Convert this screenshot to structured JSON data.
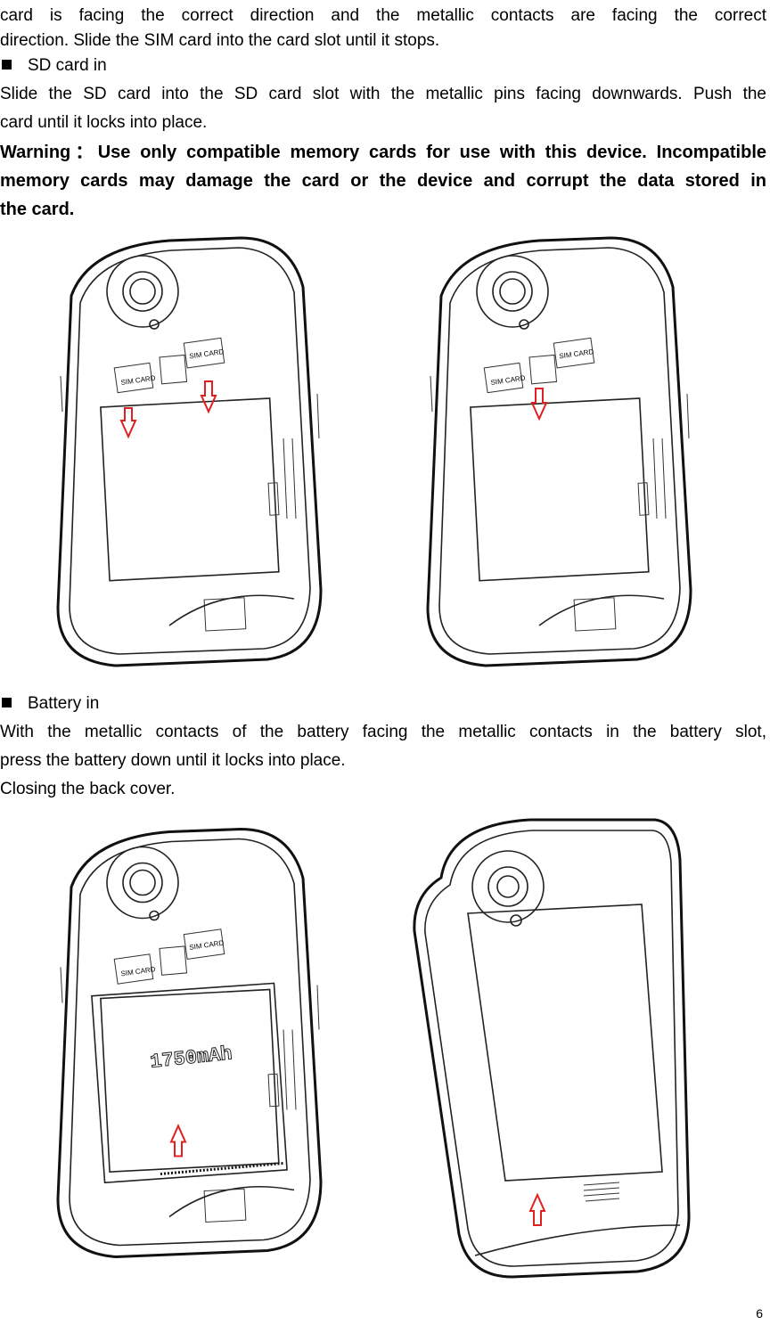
{
  "paragraphs": {
    "p1_line1": "card is facing the correct direction and the metallic contacts are facing the correct",
    "p1_line2": "direction. Slide the SIM card into the card slot until it stops.",
    "sd_heading": "SD card in",
    "p2_line1": "Slide the SD card into the SD card slot with the metallic pins facing downwards. Push the",
    "p2_line2": "card until it locks into place.",
    "warn_line1": "Warning：Use only compatible memory cards for use with this device. Incompatible",
    "warn_line2": "memory cards may damage the card or the device and corrupt the data stored in",
    "warn_line3": "the card.",
    "battery_heading": "Battery in",
    "p3_line1": "With the metallic contacts of the battery facing the metallic contacts in the battery slot,",
    "p3_line2": "press the battery down until it locks into place.",
    "p4_line1": "Closing the back cover."
  },
  "figures": {
    "slot_label_sim": "SIM CARD",
    "battery_label": "1750mAh"
  },
  "page_number": "6",
  "colors": {
    "arrow": "#e02020",
    "line": "#222222"
  }
}
